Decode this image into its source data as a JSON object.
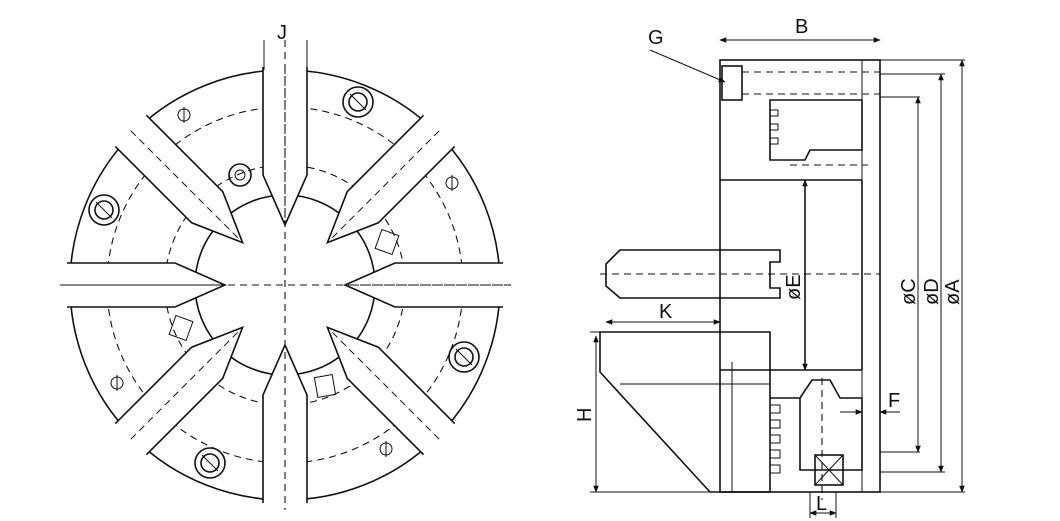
{
  "front_view": {
    "label_J": "J"
  },
  "side_view": {
    "label_B": "B",
    "label_G": "G",
    "label_E": "øE",
    "label_C": "øC",
    "label_D": "øD",
    "label_A": "øA",
    "label_K": "K",
    "label_F": "F",
    "label_H": "H",
    "label_L": "L"
  }
}
